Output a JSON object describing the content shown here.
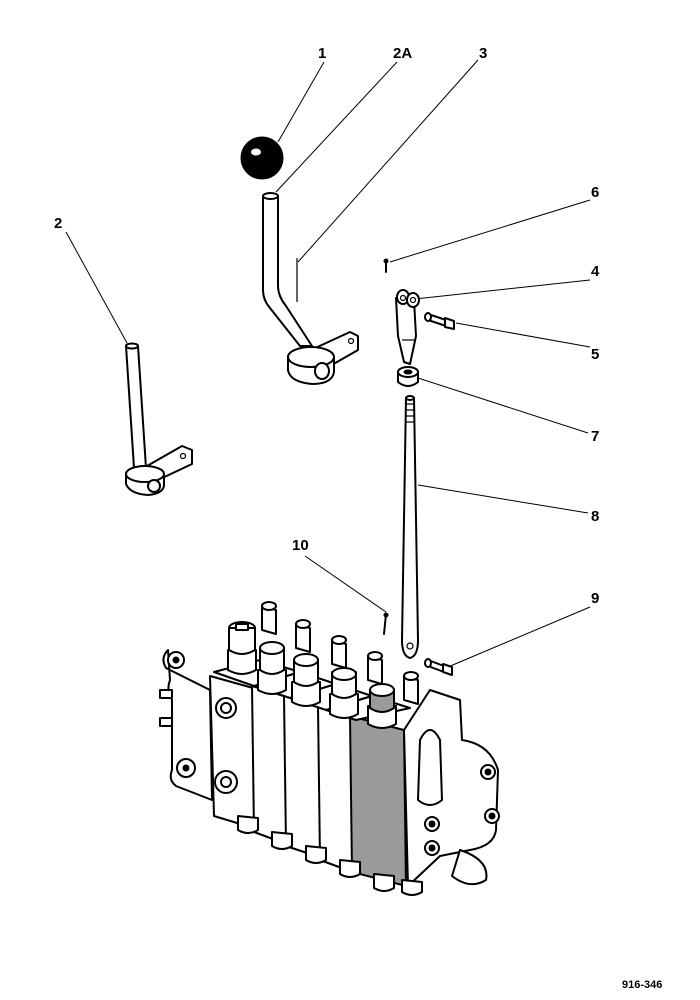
{
  "diagram": {
    "callouts": [
      {
        "id": "c1",
        "label": "1"
      },
      {
        "id": "c2a",
        "label": "2A"
      },
      {
        "id": "c3",
        "label": "3"
      },
      {
        "id": "c2",
        "label": "2"
      },
      {
        "id": "c6",
        "label": "6"
      },
      {
        "id": "c4",
        "label": "4"
      },
      {
        "id": "c5",
        "label": "5"
      },
      {
        "id": "c7",
        "label": "7"
      },
      {
        "id": "c8",
        "label": "8"
      },
      {
        "id": "c10",
        "label": "10"
      },
      {
        "id": "c9",
        "label": "9"
      }
    ],
    "reference": "916-346"
  }
}
